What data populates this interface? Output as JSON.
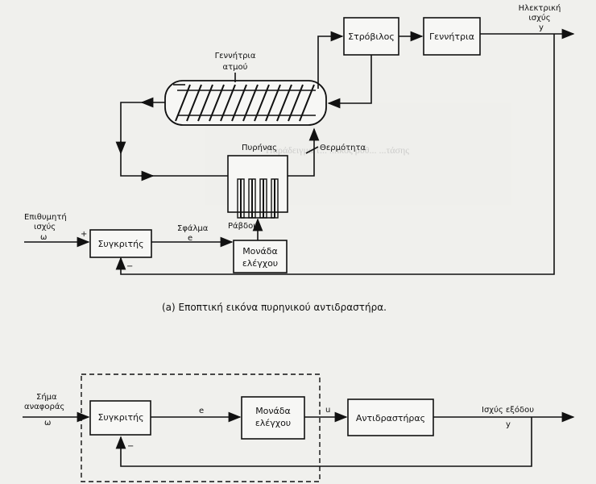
{
  "diagram_a": {
    "turbine": "Στρόβιλος",
    "generator": "Γεννήτρια",
    "steam_gen_1": "Γεννήτρια",
    "steam_gen_2": "ατμού",
    "electric_power_1": "Ηλεκτρική",
    "electric_power_2": "ισχύς",
    "y": "y",
    "heat": "Θερμότητα",
    "core": "Πυρήνας",
    "rods": "Ράβδοι",
    "desired_1": "Επιθυμητή",
    "desired_2": "ισχύς",
    "omega": "ω",
    "comparator": "Συγκριτής",
    "error": "Σφάλμα",
    "e": "e",
    "control_1": "Μονάδα",
    "control_2": "ελέγχου",
    "plus": "+",
    "minus": "−",
    "caption": "(a) Εποπτική εικόνα πυρηνικού αντιδραστήρα."
  },
  "diagram_b": {
    "ref_1": "Σήμα",
    "ref_2": "αναφοράς",
    "omega": "ω",
    "comparator": "Συγκριτής",
    "e": "e",
    "control_1": "Μονάδα",
    "control_2": "ελέγχου",
    "u": "u",
    "reactor": "Αντιδραστήρας",
    "output": "Ισχύς εξόδου",
    "y": "y",
    "plus": "+",
    "minus": "−"
  },
  "background_text": {
    "heading": "Παράδειγμα τ... ...ικός ρυθ... ...τάσης"
  }
}
